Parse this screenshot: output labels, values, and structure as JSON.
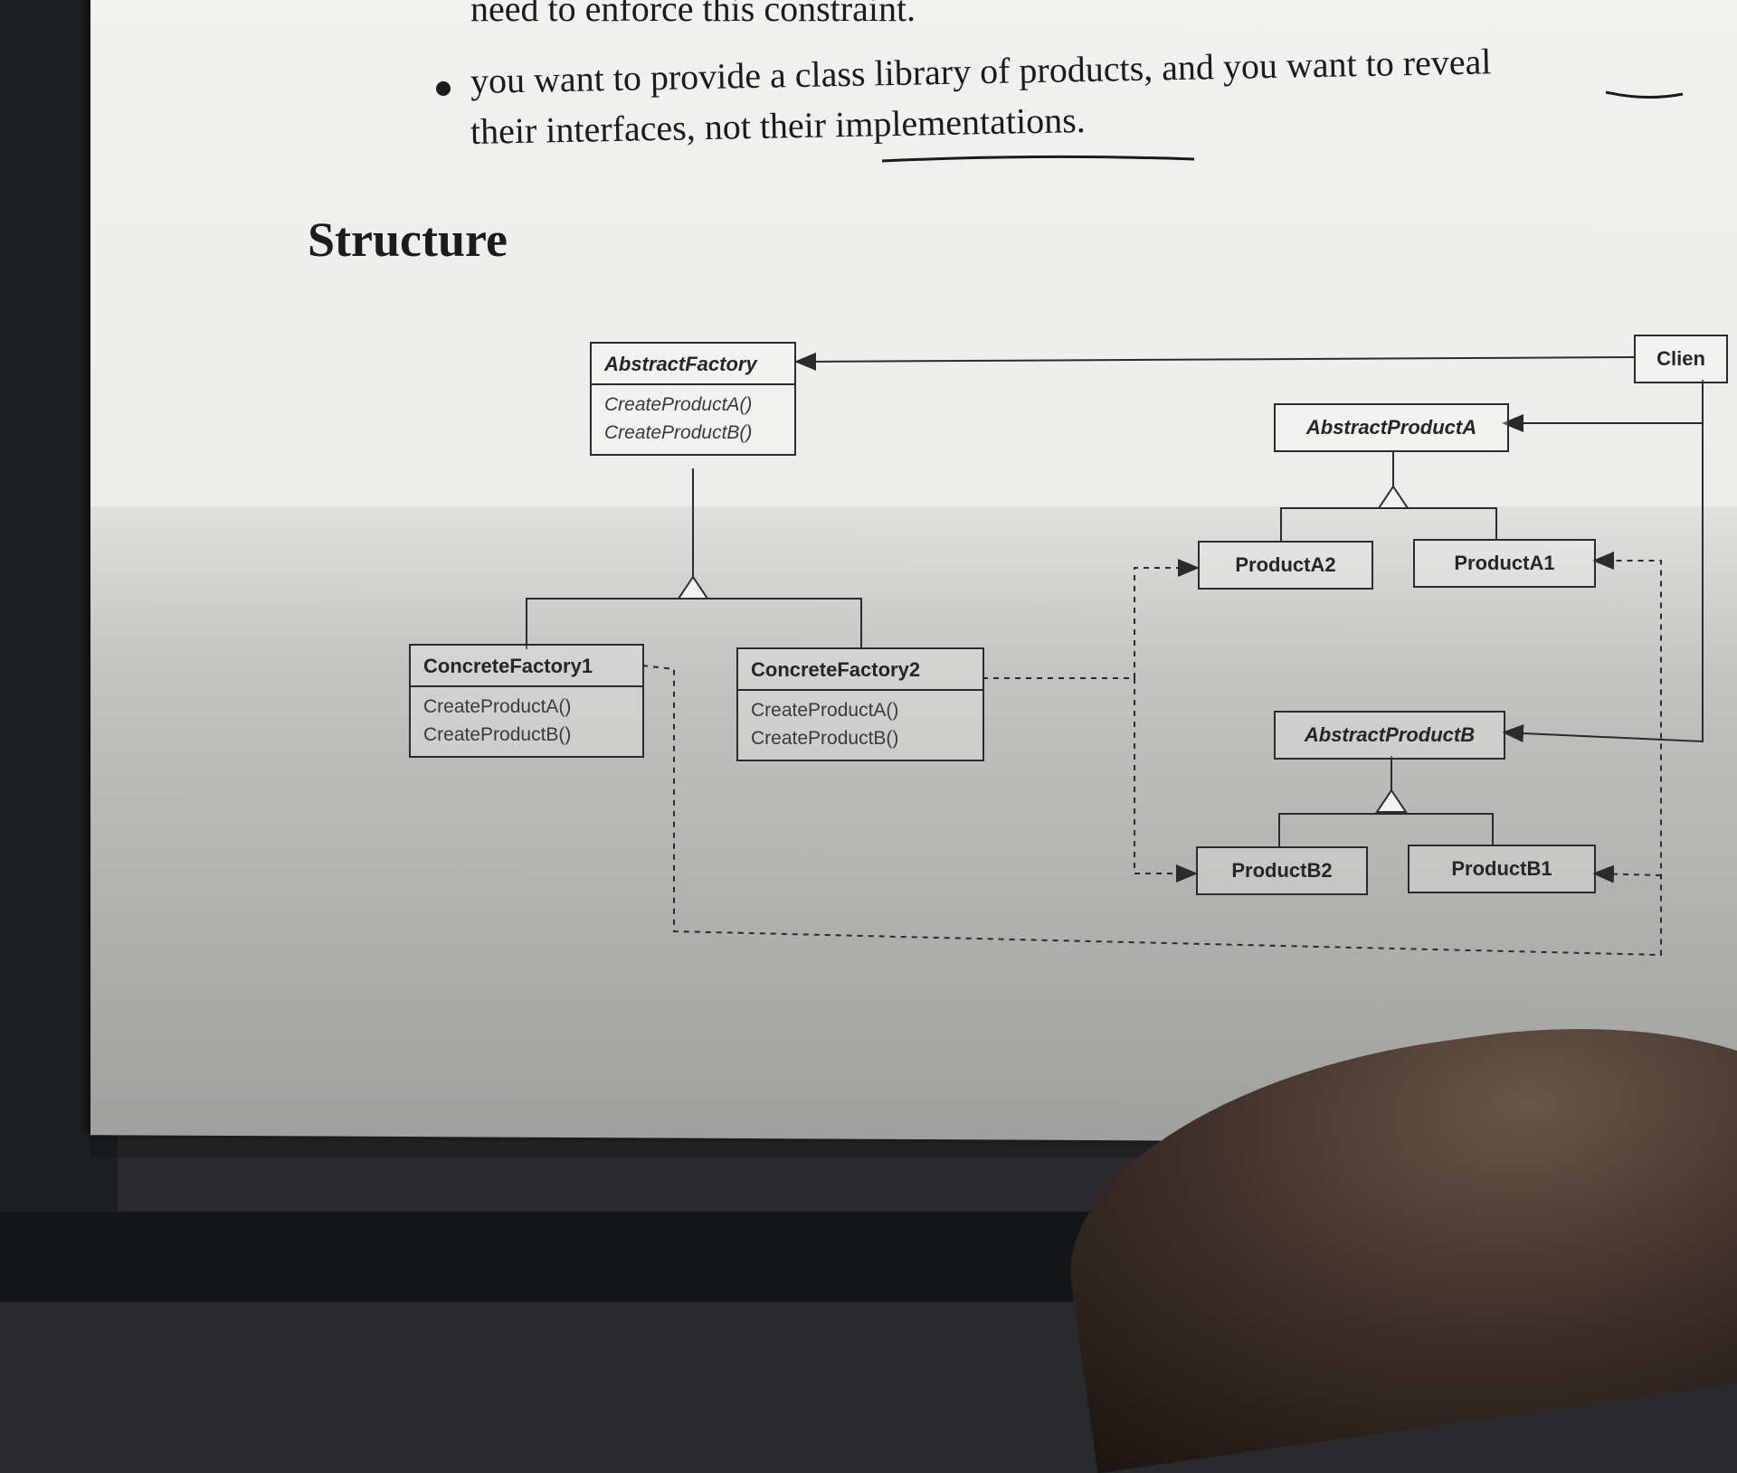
{
  "page_text": {
    "line_0": "need to enforce this constraint.",
    "line_1": "you want to provide a class library of products, and you want to reveal",
    "line_2": "their interfaces, not their implementations.",
    "heading": "Structure"
  },
  "diagram": {
    "abstract_factory": {
      "name": "AbstractFactory",
      "operations": [
        "CreateProductA()",
        "CreateProductB()"
      ]
    },
    "concrete_factory_1": {
      "name": "ConcreteFactory1",
      "operations": [
        "CreateProductA()",
        "CreateProductB()"
      ]
    },
    "concrete_factory_2": {
      "name": "ConcreteFactory2",
      "operations": [
        "CreateProductA()",
        "CreateProductB()"
      ]
    },
    "client": {
      "name": "Clien"
    },
    "abstract_product_a": {
      "name": "AbstractProductA"
    },
    "product_a2": {
      "name": "ProductA2"
    },
    "product_a1": {
      "name": "ProductA1"
    },
    "abstract_product_b": {
      "name": "AbstractProductB"
    },
    "product_b2": {
      "name": "ProductB2"
    },
    "product_b1": {
      "name": "ProductB1"
    }
  }
}
